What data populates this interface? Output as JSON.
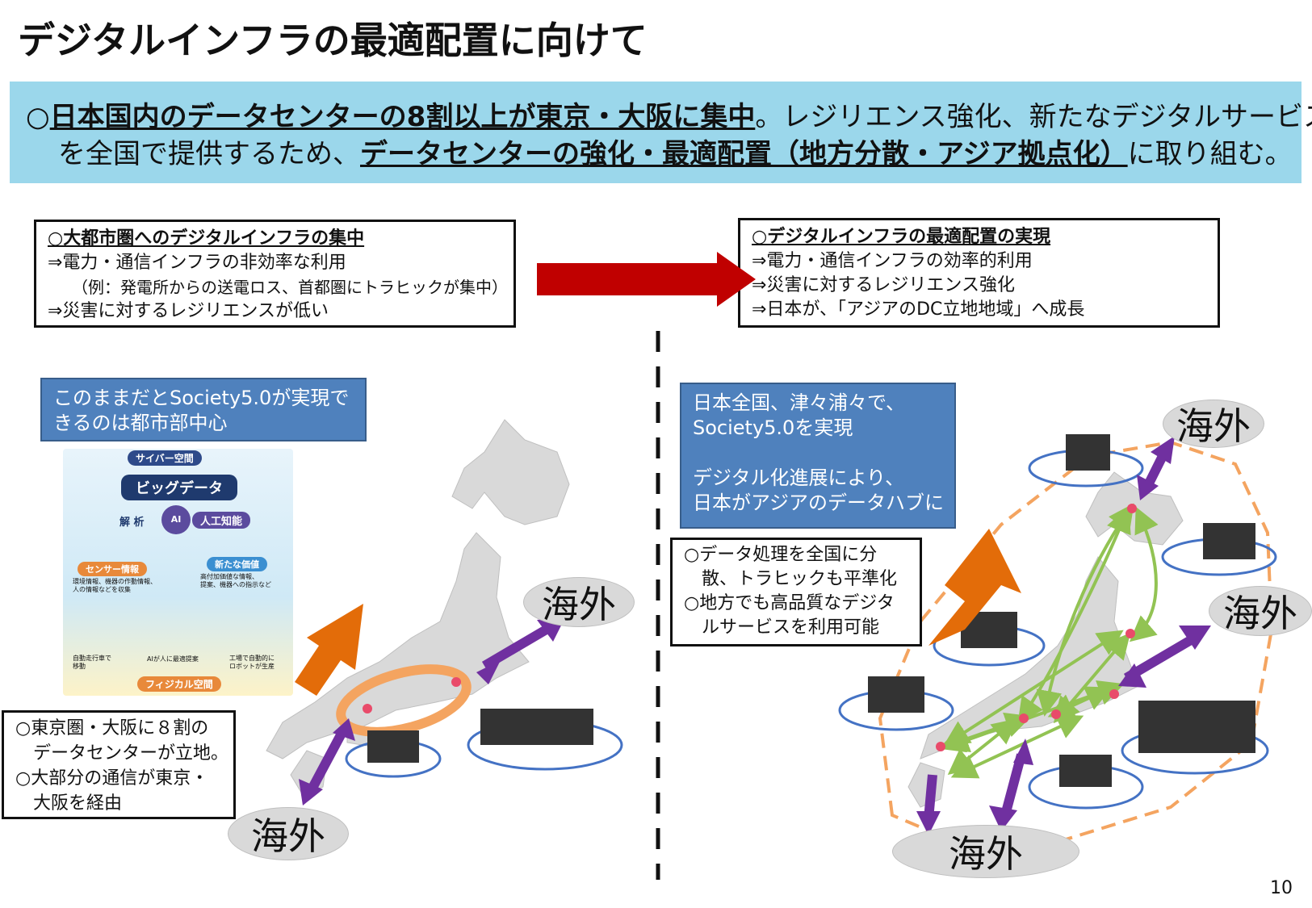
{
  "title": "デジタルインフラの最適配置に向けて",
  "banner": {
    "prefix": "○",
    "bold1": "日本国内のデータセンターの8割以上が東京・大阪に集中",
    "text1": "。レジリエンス強化、新たなデジタルサービス",
    "text2a": "を全国で提供するため、",
    "bold2": "データセンターの強化・最適配置（地方分散・アジア拠点化）",
    "text2b": "に取り組む。"
  },
  "left_box": {
    "heading": "○大都市圏へのデジタルインフラの集中",
    "lines": [
      "⇒電力・通信インフラの非効率な利用",
      "（例：発電所からの送電ロス、首都圏にトラヒックが集中）",
      "⇒災害に対するレジリエンスが低い"
    ]
  },
  "right_box": {
    "heading": "○デジタルインフラの最適配置の実現",
    "lines": [
      "⇒電力・通信インフラの効率的利用",
      "⇒災害に対するレジリエンス強化",
      "⇒日本が、「アジアのDC立地地域」へ成長"
    ]
  },
  "left_blue": {
    "lines": [
      "このままだとSociety5.0が実現で",
      "きるのは都市部中心"
    ]
  },
  "right_blue": {
    "lines": [
      "日本全国、津々浦々で、",
      "Society5.0を実現",
      "",
      "デジタル化進展により、",
      "日本がアジアのデータハブに"
    ]
  },
  "left_note": {
    "lines": [
      "○東京圏・大阪に８割の",
      "データセンターが立地。",
      "○大部分の通信が東京・",
      "大阪を経由"
    ]
  },
  "right_note": {
    "lines": [
      "○データ処理を全国に分",
      "散、トラヒックも平準化",
      "○地方でも高品質なデジタ",
      "ルサービスを利用可能"
    ]
  },
  "cps": {
    "cyber": "サイバー空間",
    "bigdata": "ビッグデータ",
    "analysis": "解 析",
    "ai": "AI",
    "ai_label": "人工知能",
    "sensor": "センサー情報",
    "sensor_desc": [
      "環境情報、機器の作動情報、",
      "人の情報などを収集"
    ],
    "newvalue": "新たな価値",
    "newvalue_desc": [
      "高付加価値な情報、",
      "提案、機器への指示など"
    ],
    "auto": [
      "自動走行車で",
      "移動"
    ],
    "ai_propose": "AIが人に最適提案",
    "factory": [
      "工場で自動的に",
      "ロボットが生産"
    ],
    "physical": "フィジカル空間"
  },
  "overseas_label": "海外",
  "page_number": "10",
  "colors": {
    "banner": "#9bd7eb",
    "blue_box": "#4f81bd",
    "red_arrow": "#c00000",
    "purple": "#7030a0",
    "green": "#92c353",
    "orange": "#f4a460",
    "map": "#d9d9d9"
  }
}
